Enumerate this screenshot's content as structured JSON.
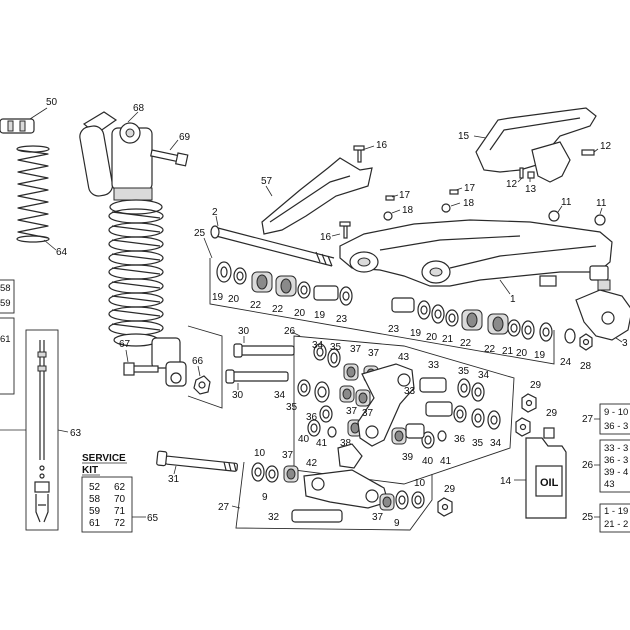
{
  "callouts": {
    "c2": "2",
    "c9a": "9",
    "c9b": "9",
    "c10a": "10",
    "c10b": "10",
    "c11a": "11",
    "c11b": "11",
    "c12a": "12",
    "c12b": "12",
    "c13": "13",
    "c14": "14",
    "c15": "15",
    "c16a": "16",
    "c16b": "16",
    "c17a": "17",
    "c17b": "17",
    "c18a": "18",
    "c18b": "18",
    "c19a": "19",
    "c19b": "19",
    "c19c": "19",
    "c19d": "19",
    "c20a": "20",
    "c20b": "20",
    "c20c": "20",
    "c21a": "21",
    "c21b": "21",
    "c22a": "22",
    "c22b": "22",
    "c22c": "22",
    "c22d": "22",
    "c23a": "23",
    "c23b": "23",
    "c24": "24",
    "c25": "25",
    "c26": "26",
    "c27": "27",
    "c28": "28",
    "c29a": "29",
    "c29b": "29",
    "c29c": "29",
    "c30a": "30",
    "c30b": "30",
    "c31": "31",
    "c32": "32",
    "c33a": "33",
    "c33b": "33",
    "c34a": "34",
    "c34b": "34",
    "c34c": "34",
    "c34d": "34",
    "c35a": "35",
    "c35b": "35",
    "c35c": "35",
    "c35d": "35",
    "c36a": "36",
    "c36b": "36",
    "c37a": "37",
    "c37b": "37",
    "c37c": "37",
    "c37d": "37",
    "c38": "38",
    "c39": "39",
    "c40a": "40",
    "c40b": "40",
    "c41a": "41",
    "c41b": "41",
    "c42": "42",
    "c43": "43",
    "c50": "50",
    "c57": "57",
    "c63": "63",
    "c64": "64",
    "c65": "65",
    "c66": "66",
    "c67": "67",
    "c68": "68",
    "c69": "69",
    "c1": "1",
    "c3": "3"
  },
  "left_cut": {
    "box1_line1": "58",
    "box1_line2": "59",
    "box2_line1": "61"
  },
  "right_cut": {
    "r27": "27",
    "r27_line1": "9 - 10",
    "r27_line2": "36 - 3",
    "r26": "26",
    "r26_line1": "33 - 3",
    "r26_line2": "36 - 3",
    "r26_line3": "39 - 4",
    "r26_line4": "43",
    "r25": "25",
    "r25_line1": "1 - 19",
    "r25_line2": "21 - 2"
  },
  "service_kit": {
    "title_line1": "SERVICE",
    "title_line2": "KIT",
    "rows": [
      [
        "52",
        "62"
      ],
      [
        "58",
        "70"
      ],
      [
        "59",
        "71"
      ],
      [
        "61",
        "72"
      ]
    ],
    "callout": "65"
  },
  "oil_label": "OIL"
}
